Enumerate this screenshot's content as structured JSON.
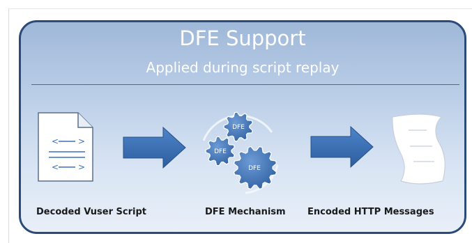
{
  "header": {
    "title": "DFE Support",
    "subtitle": "Applied during script replay"
  },
  "gears": [
    {
      "label": "DFE"
    },
    {
      "label": "DFE"
    },
    {
      "label": "DFE"
    }
  ],
  "steps": [
    {
      "label": "Decoded Vuser Script"
    },
    {
      "label": "DFE Mechanism"
    },
    {
      "label": "Encoded HTTP Messages"
    }
  ],
  "colors": {
    "panel_border": "#2b4a77",
    "arrow_fill": "#3a70b8",
    "gear_fill": "#3a6fb5",
    "title_text": "#ffffff"
  }
}
